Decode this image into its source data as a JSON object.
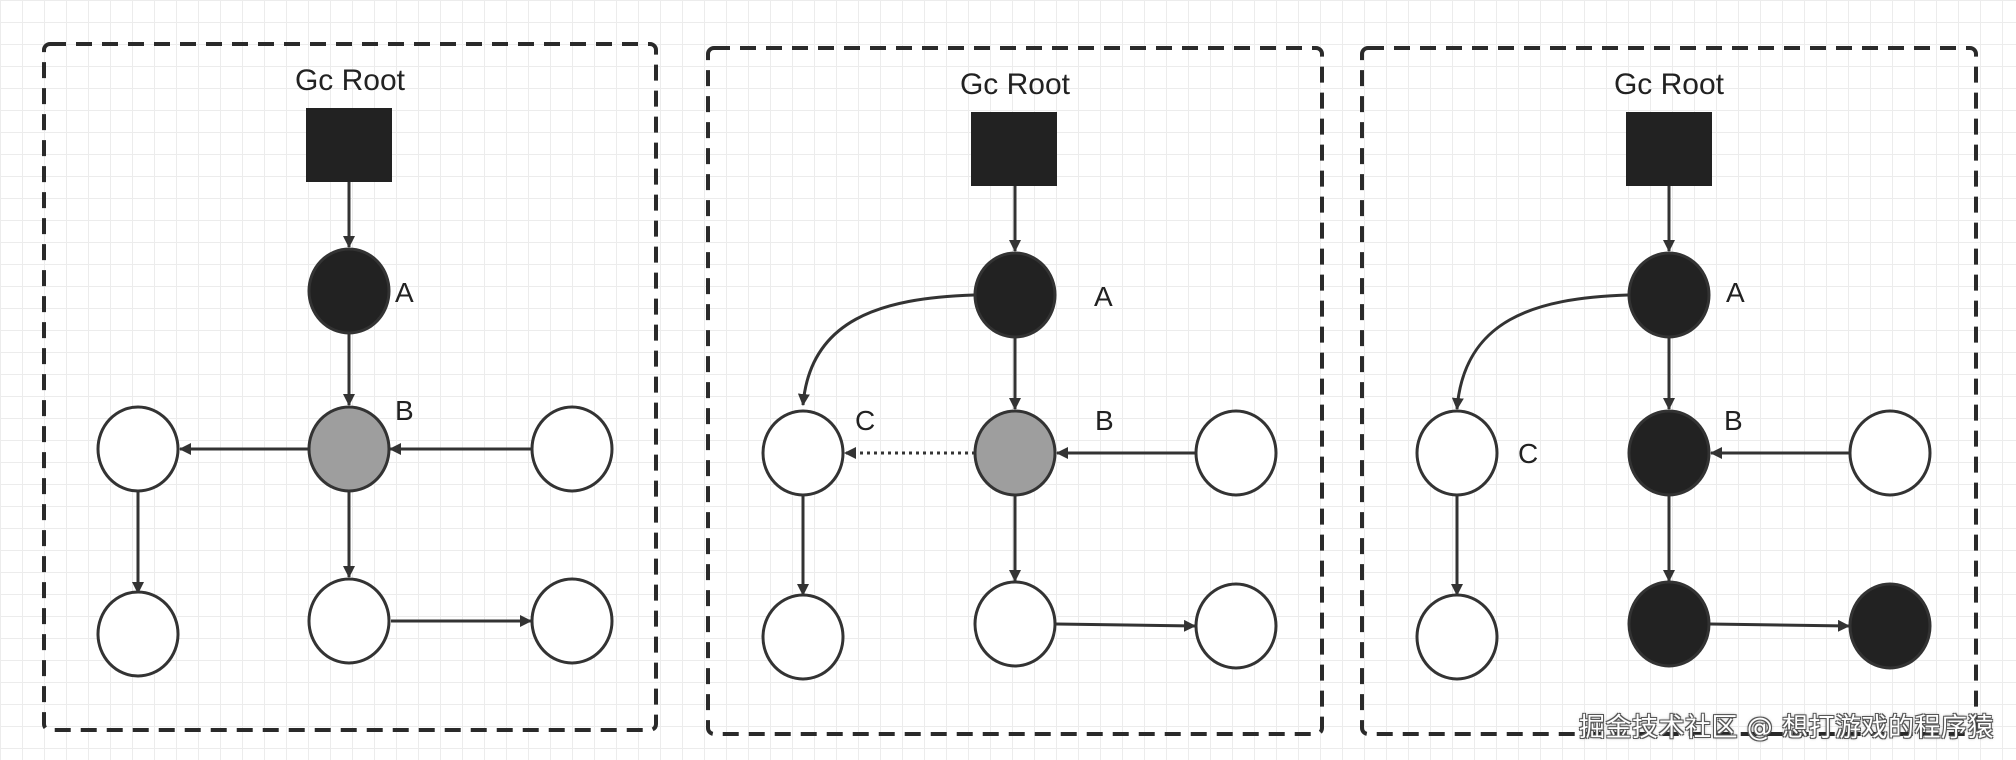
{
  "colors": {
    "black_node": "#222222",
    "gray_node": "#9e9e9e",
    "white_node": "#ffffff",
    "stroke": "#333333",
    "frame": "#2a2a2a"
  },
  "panels": [
    {
      "root_label": "Gc Root",
      "label_A": "A",
      "label_B": "B",
      "label_C": ""
    },
    {
      "root_label": "Gc Root",
      "label_A": "A",
      "label_B": "B",
      "label_C": "C"
    },
    {
      "root_label": "Gc Root",
      "label_A": "A",
      "label_B": "B",
      "label_C": "C"
    }
  ],
  "watermark": "掘金技术社区 @ 想打游戏的程序猿"
}
